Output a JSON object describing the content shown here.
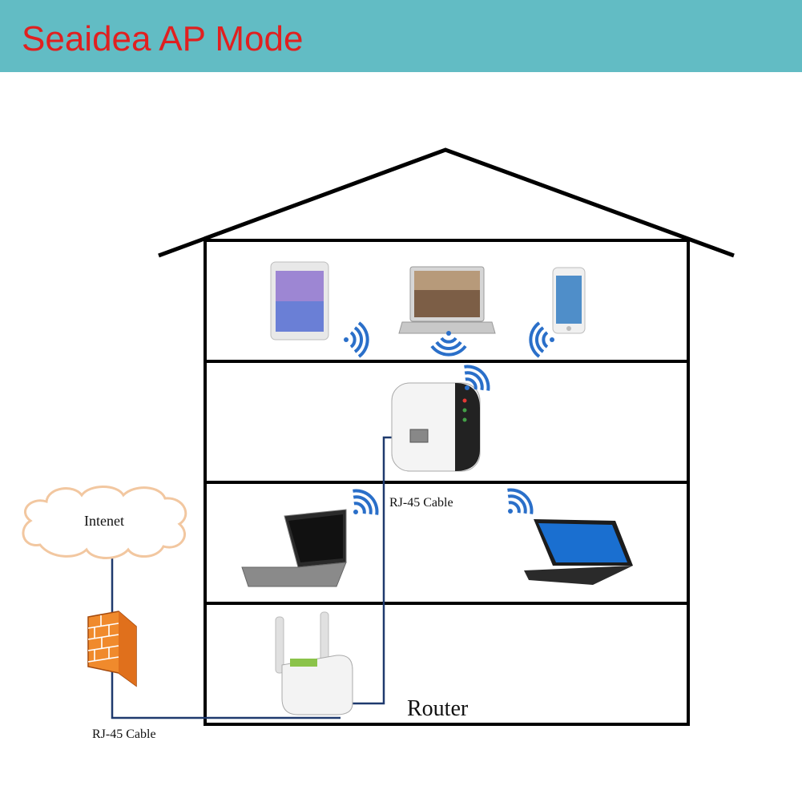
{
  "header": {
    "title": "Seaidea AP Mode",
    "background": "#62bcc4",
    "title_color": "#e02020"
  },
  "diagram": {
    "cloud_label": "Intenet",
    "cable_label_top": "RJ-45 Cable",
    "cable_label_bottom": "RJ-45 Cable",
    "router_label": "Router",
    "cable_color": "#1f3a6e",
    "wifi_color": "#2a6fc9"
  }
}
